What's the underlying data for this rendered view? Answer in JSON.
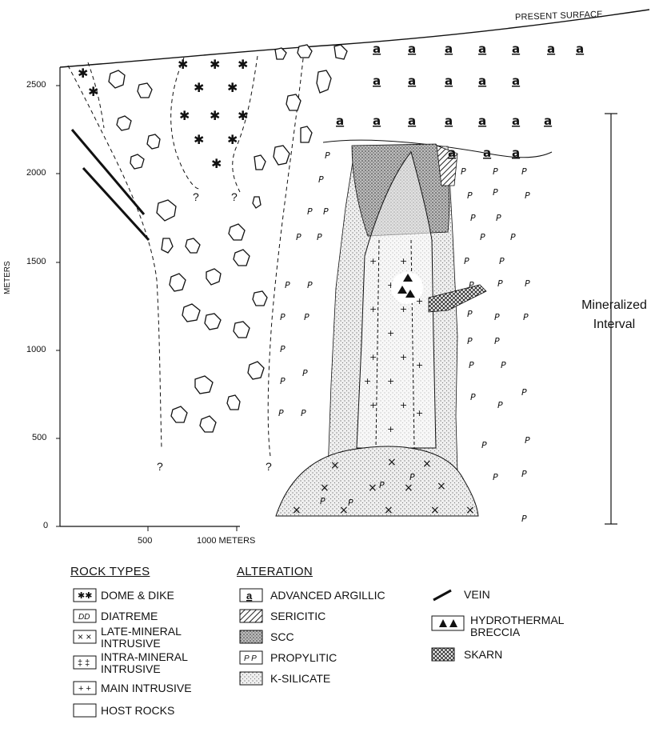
{
  "surface_label": "PRESENT SURFACE",
  "y_axis": {
    "label": "METERS",
    "ticks": [
      "2500",
      "2000",
      "1500",
      "1000",
      "500",
      "0"
    ]
  },
  "x_axis": {
    "ticks": [
      "500",
      "1000 METERS"
    ]
  },
  "mineralized_interval": "Mineralized\nInterval",
  "question_mark": "?",
  "legend": {
    "rock_types": {
      "heading": "ROCK TYPES",
      "items": [
        "DOME & DIKE",
        "DIATREME",
        "LATE-MINERAL\nINTRUSIVE",
        "INTRA-MINERAL\nINTRUSIVE",
        "MAIN INTRUSIVE",
        "HOST ROCKS"
      ]
    },
    "alteration": {
      "heading": "ALTERATION",
      "items": [
        "ADVANCED ARGILLIC",
        "SERICITIC",
        "SCC",
        "PROPYLITIC",
        "K-SILICATE"
      ]
    },
    "other": {
      "items": [
        "VEIN",
        "HYDROTHERMAL\nBRECCIA",
        "SKARN"
      ]
    }
  }
}
